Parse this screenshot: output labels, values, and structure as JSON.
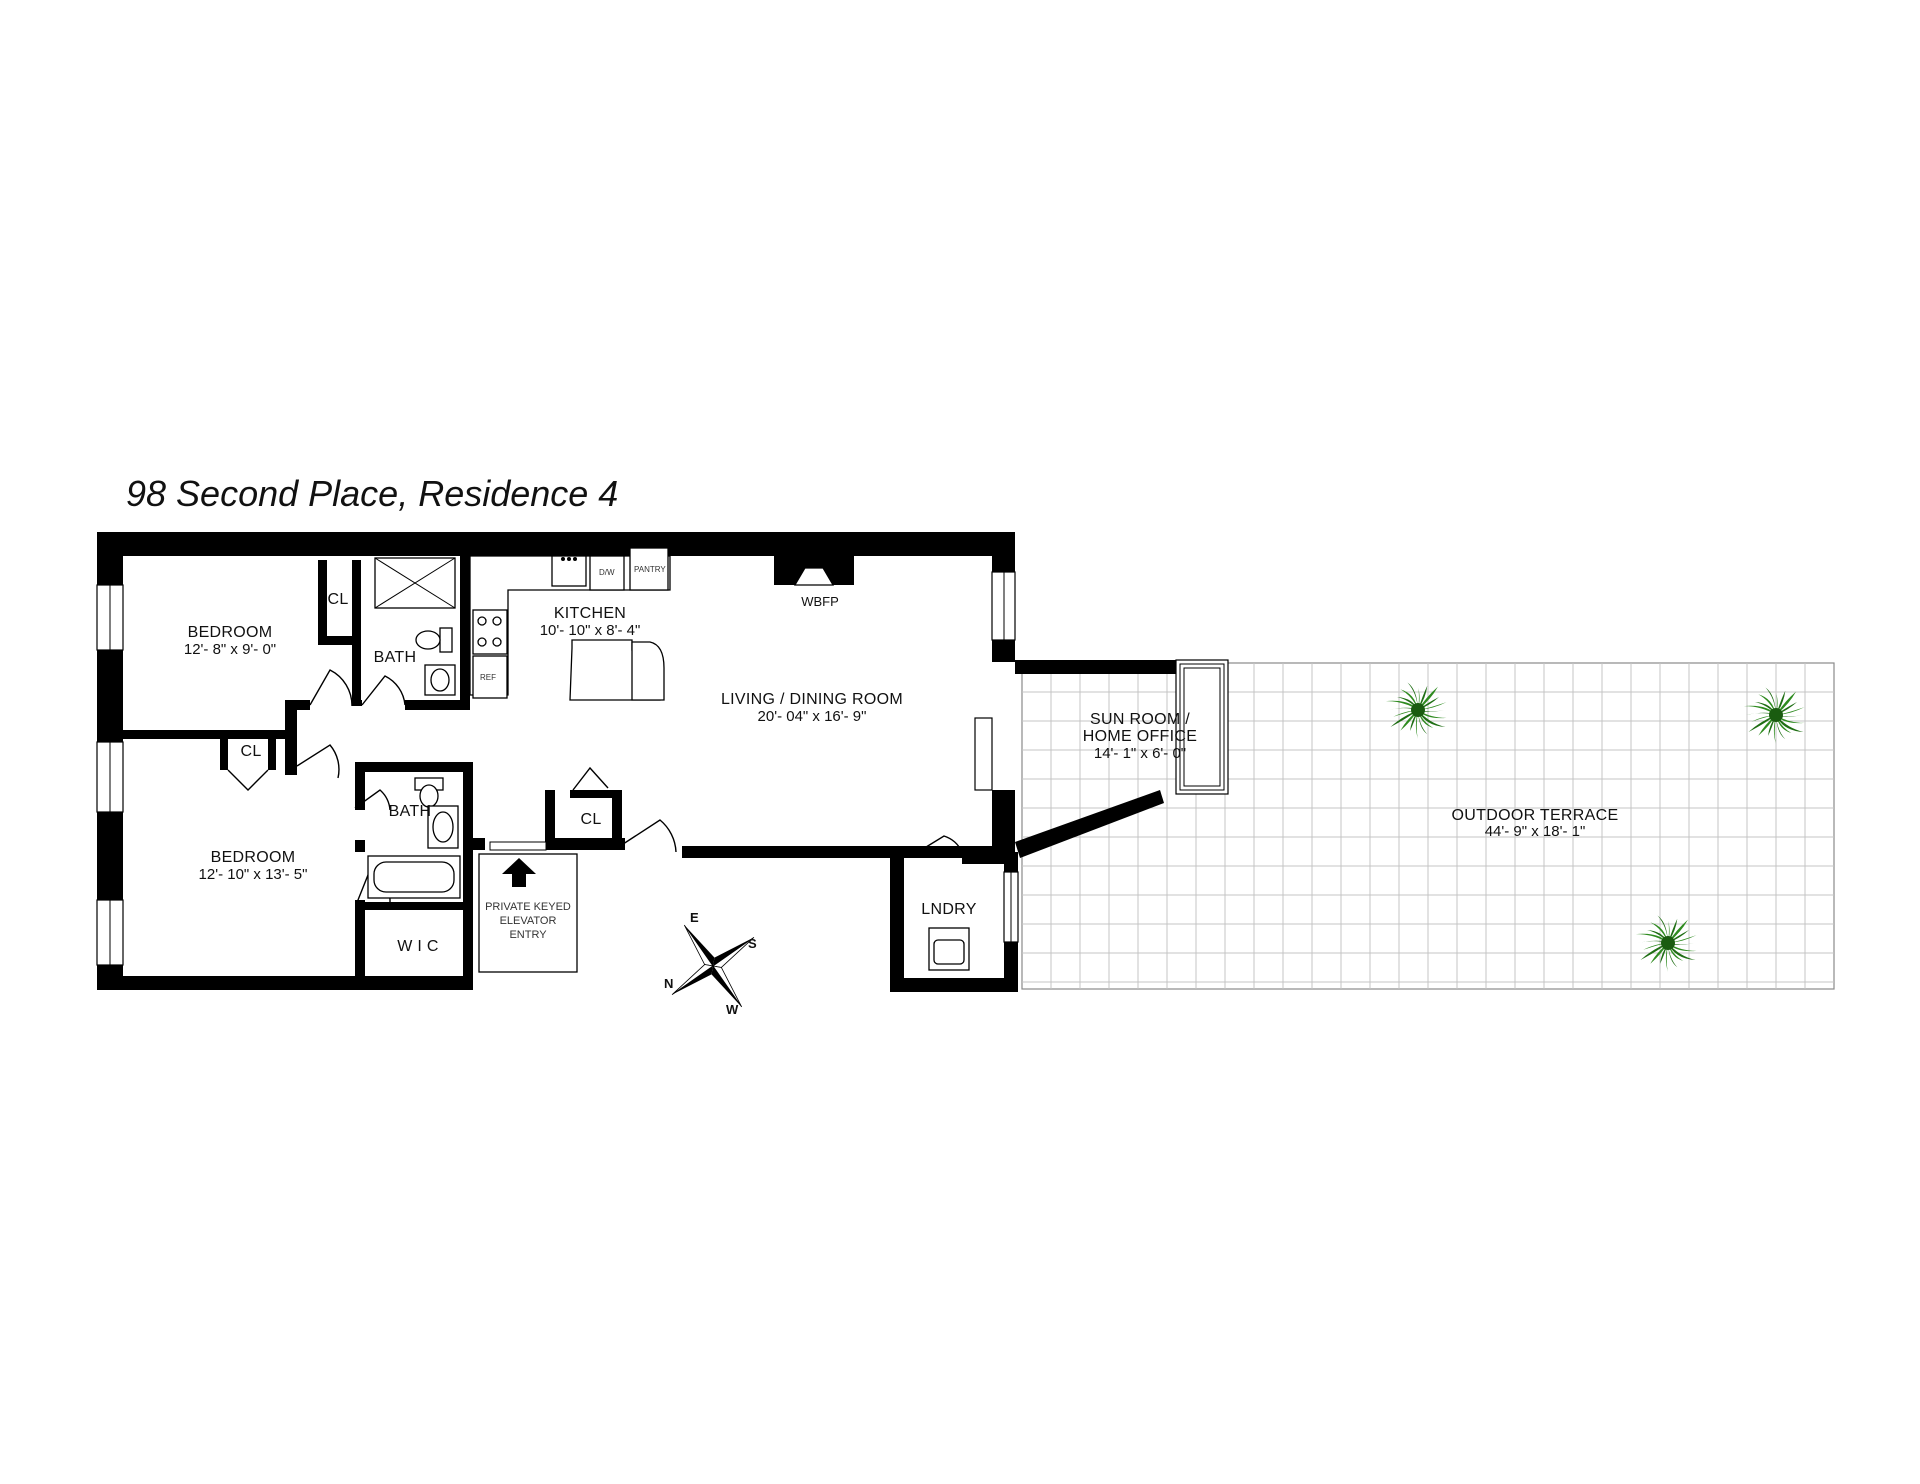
{
  "title": "98 Second Place, Residence 4",
  "rooms": {
    "bedroom1": {
      "name": "BEDROOM",
      "size": "12'- 8\" x 9'- 0\""
    },
    "bedroom2": {
      "name": "BEDROOM",
      "size": "12'- 10\" x 13'- 5\""
    },
    "kitchen": {
      "name": "KITCHEN",
      "size": "10'- 10\" x 8'- 4\""
    },
    "living": {
      "name": "LIVING / DINING  ROOM",
      "size": "20'- 04\" x 16'- 9\""
    },
    "sunroom": {
      "name_line1": "SUN ROOM /",
      "name_line2": "HOME OFFICE",
      "size": "14'- 1\" x 6'- 0\""
    },
    "terrace": {
      "name": "OUTDOOR TERRACE",
      "size": "44'- 9\" x 18'- 1\""
    },
    "bath1": {
      "name": "BATH"
    },
    "bath2": {
      "name": "BATH"
    },
    "closet1": {
      "name": "CL"
    },
    "closet2": {
      "name": "CL"
    },
    "closet3": {
      "name": "CL"
    },
    "wic": {
      "name": "W I C"
    },
    "laundry": {
      "name": "LNDRY"
    },
    "fireplace": {
      "name": "WBFP"
    },
    "elevator": {
      "line1": "PRIVATE KEYED",
      "line2": "ELEVATOR",
      "line3": "ENTRY"
    }
  },
  "fixtures": {
    "dishwasher": "D/W",
    "pantry": "PANTRY",
    "refrigerator": "REF"
  },
  "compass": {
    "north": "N",
    "south": "S",
    "east": "E",
    "west": "W"
  },
  "colors": {
    "wall": "#000000",
    "terrace_grid": "#c4c4c4",
    "plants": "#2e8b1f"
  }
}
